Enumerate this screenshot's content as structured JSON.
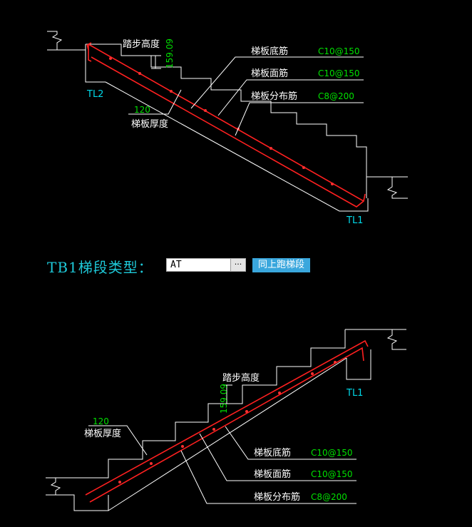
{
  "top_diagram": {
    "step_height_label": "踏步高度",
    "step_height_value": "159.09",
    "thickness_value": "120",
    "thickness_label": "梯板厚度",
    "beam_start": "TL2",
    "beam_end": "TL1",
    "rebars": [
      {
        "label": "梯板底筋",
        "spec": "C10@150"
      },
      {
        "label": "梯板面筋",
        "spec": "C10@150"
      },
      {
        "label": "梯板分布筋",
        "spec": "C8@200"
      }
    ]
  },
  "type_row": {
    "label": "TB1梯段类型：",
    "value": "AT",
    "browse": "···",
    "same_button": "同上跑梯段"
  },
  "bottom_diagram": {
    "step_height_label": "踏步高度",
    "step_height_value": "159.09",
    "thickness_value": "120",
    "thickness_label": "梯板厚度",
    "beam_end": "TL1",
    "rebars": [
      {
        "label": "梯板底筋",
        "spec": "C10@150"
      },
      {
        "label": "梯板面筋",
        "spec": "C10@150"
      },
      {
        "label": "梯板分布筋",
        "spec": "C8@200"
      }
    ]
  },
  "colors": {
    "background": "#000000",
    "line": "#ffffff",
    "rebar": "#ff2020",
    "dimension": "#00e000",
    "beam_label": "#00d8e8",
    "button": "#3aa7dd"
  }
}
